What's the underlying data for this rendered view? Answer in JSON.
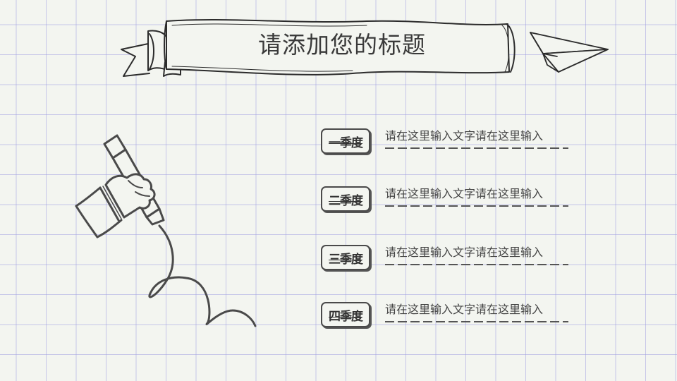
{
  "title": "请添加您的标题",
  "items": [
    {
      "badge": "一季度",
      "text": "请在这里输入文字请在这里输入"
    },
    {
      "badge": "二季度",
      "text": "请在这里输入文字请在这里输入"
    },
    {
      "badge": "三季度",
      "text": "请在这里输入文字请在这里输入"
    },
    {
      "badge": "四季度",
      "text": "请在这里输入文字请在这里输入"
    }
  ],
  "colors": {
    "background": "#f3f5f0",
    "grid": "#a0a0e1",
    "ink": "#444444"
  },
  "icons": [
    "ribbon-banner-icon",
    "paper-plane-icon",
    "hand-holding-marker-icon"
  ]
}
